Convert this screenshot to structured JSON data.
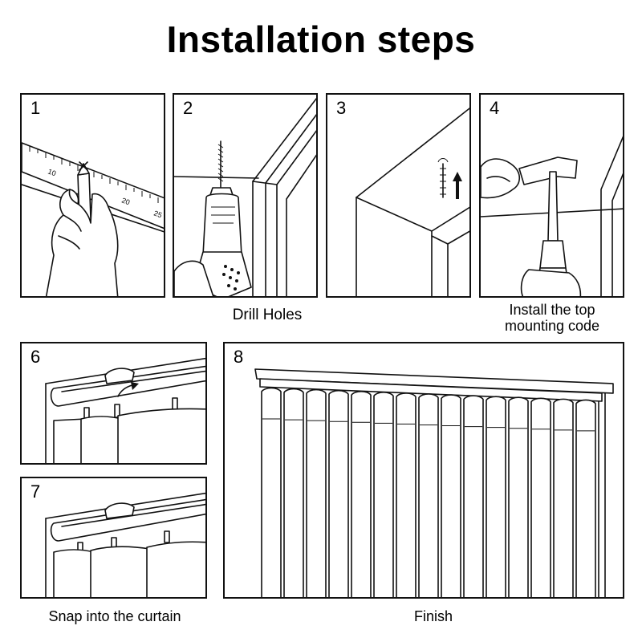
{
  "title": "Installation steps",
  "steps": {
    "s1": "1",
    "s2": "2",
    "s3": "3",
    "s4": "4",
    "s6": "6",
    "s7": "7",
    "s8": "8"
  },
  "ruler_marks": {
    "m10": "10",
    "m20": "20",
    "m25": "25"
  },
  "captions": {
    "drill_holes": "Drill Holes",
    "install_top_line1": "Install the top",
    "install_top_line2": "mounting code",
    "snap": "Snap into the curtain",
    "finish": "Finish"
  }
}
